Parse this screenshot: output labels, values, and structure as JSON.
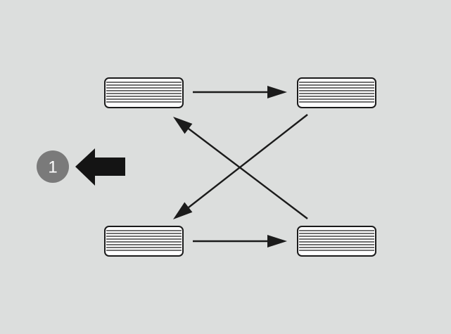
{
  "diagram": {
    "badge": {
      "text": "1"
    },
    "tires": [
      {
        "name": "front-left-tire"
      },
      {
        "name": "front-right-tire"
      },
      {
        "name": "rear-left-tire"
      },
      {
        "name": "rear-right-tire"
      }
    ],
    "rotation_arrows": [
      {
        "name": "arrow-front-left-to-front-right"
      },
      {
        "name": "arrow-front-right-to-rear-left"
      },
      {
        "name": "arrow-rear-right-to-front-left"
      },
      {
        "name": "arrow-rear-left-to-rear-right"
      }
    ],
    "colors": {
      "background": "#dcdedd",
      "ink": "#1b1b1b",
      "badge": "#7a7a7a",
      "tire_fill": "#ffffff"
    }
  }
}
